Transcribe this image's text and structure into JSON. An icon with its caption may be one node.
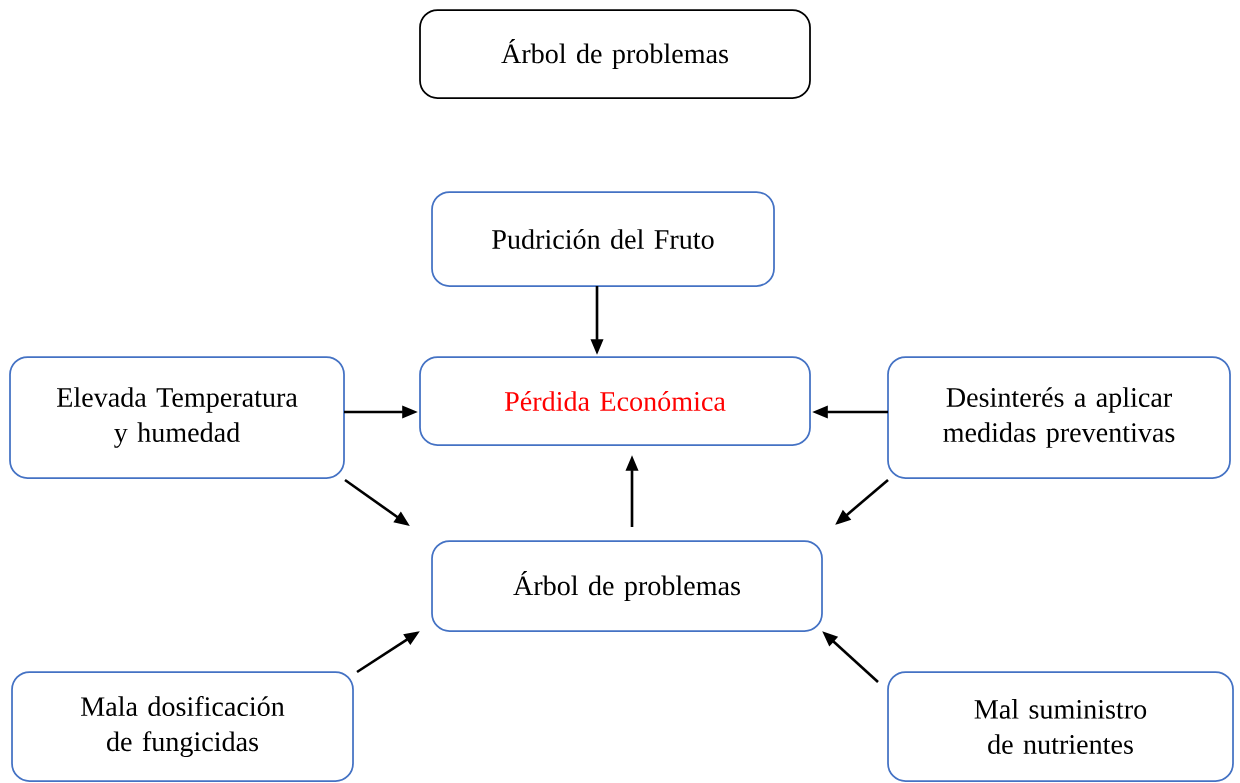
{
  "diagram": {
    "nodes": [
      {
        "text": [
          "Árbol de problemas"
        ]
      },
      {
        "text": [
          "Pudrición del Fruto"
        ]
      },
      {
        "text": [
          "Pérdida Económica"
        ]
      },
      {
        "text": [
          "Elevada Temperatura y humedad"
        ]
      },
      {
        "text": [
          "Desinterés a aplicar medidas preventivas"
        ]
      },
      {
        "text": [
          "Árbol de problemas"
        ]
      },
      {
        "text": [
          "Mala dosificación de fungicidas"
        ]
      },
      {
        "text": [
          "Mal suministro de nutrientes"
        ]
      }
    ],
    "edges": [
      {
        "from": 1,
        "to": 2,
        "arrow": "to"
      },
      {
        "from": 3,
        "to": 2,
        "arrow": "to"
      },
      {
        "from": 4,
        "to": 2,
        "arrow": "to"
      },
      {
        "from": 5,
        "to": 2,
        "arrow": "to"
      },
      {
        "from": 3,
        "to": 5,
        "arrow": "to"
      },
      {
        "from": 4,
        "to": 5,
        "arrow": "to"
      },
      {
        "from": 6,
        "to": 5,
        "arrow": "to"
      },
      {
        "from": 7,
        "to": 5,
        "arrow": "to"
      }
    ]
  }
}
